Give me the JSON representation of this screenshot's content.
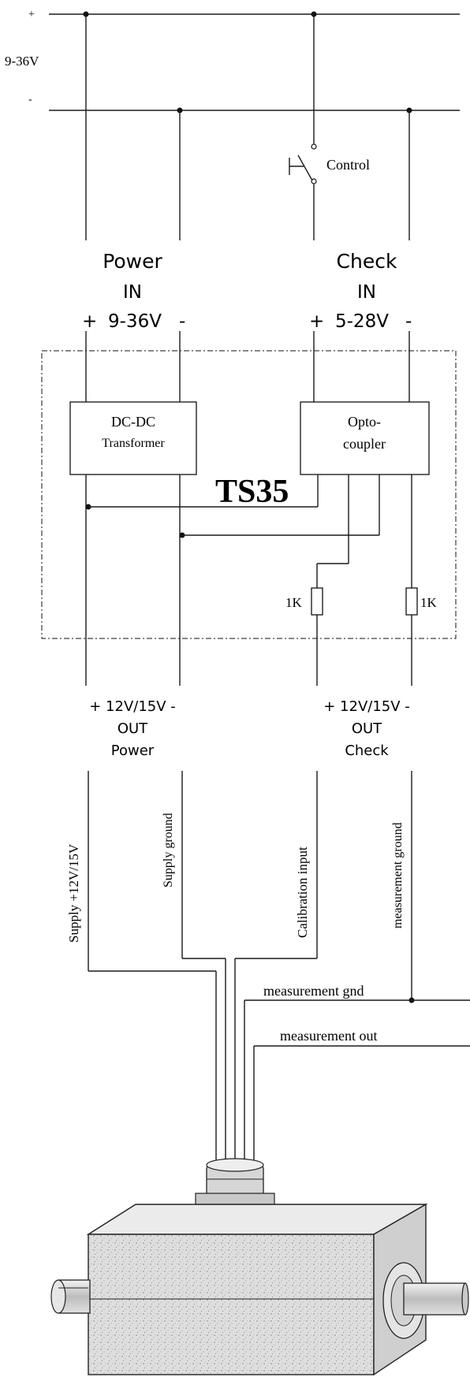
{
  "supply": {
    "plus": "+",
    "voltage": "9-36V",
    "minus": "-"
  },
  "switch_label": "Control",
  "power_in": {
    "title": "Power",
    "sub": "IN",
    "plus": "+",
    "voltage": "9-36V",
    "minus": "-"
  },
  "check_in": {
    "title": "Check",
    "sub": "IN",
    "plus": "+",
    "voltage": "5-28V",
    "minus": "-"
  },
  "module": {
    "name": "TS35",
    "dcdc_line1": "DC-DC",
    "dcdc_line2": "Transformer",
    "opto_line1": "Opto-",
    "opto_line2": "coupler",
    "resistor1": "1K",
    "resistor2": "1K"
  },
  "power_out": {
    "line": "+ 12V/15V  -",
    "sub": "OUT",
    "title": "Power"
  },
  "check_out": {
    "line": "+ 12V/15V  -",
    "sub": "OUT",
    "title": "Check"
  },
  "cables": {
    "supply": "Supply  +12V/15V",
    "ground": "Supply ground",
    "calibration": "Calibration input",
    "meas_ground": "measurement ground"
  },
  "outputs": {
    "gnd": "measurement gnd",
    "out": "measurement out"
  }
}
